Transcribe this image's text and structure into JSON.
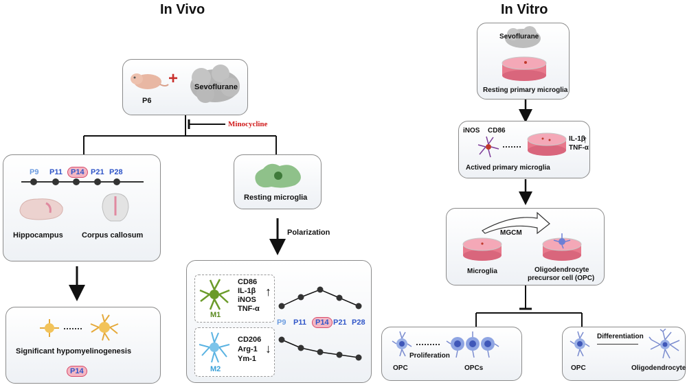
{
  "headings": {
    "in_vivo": "In Vivo",
    "in_vitro": "In Vitro"
  },
  "in_vivo": {
    "top_box": {
      "age": "P6",
      "agent": "Sevoflurane"
    },
    "inhibitor": "Minocycline",
    "timeline_labels": [
      "P9",
      "P11",
      "P14",
      "P21",
      "P28"
    ],
    "regions": {
      "hippocampus": "Hippocampus",
      "corpus_callosum": "Corpus callosum"
    },
    "outcome": {
      "text": "Significant hypomyelinogenesis",
      "badge": "P14"
    },
    "resting": "Resting microglia",
    "polarization": "Polarization",
    "m1": {
      "label": "M1",
      "markers": [
        "CD86",
        "IL-1β",
        "iNOS",
        "TNF-α"
      ]
    },
    "m2": {
      "label": "M2",
      "markers": [
        "CD206",
        "Arg-1",
        "Ym-1"
      ]
    },
    "plot_labels": [
      "P9",
      "P11",
      "P14",
      "P21",
      "P28"
    ]
  },
  "in_vitro": {
    "step1": {
      "agent": "Sevoflurane",
      "label": "Resting primary microglia"
    },
    "step2": {
      "marker1": "iNOS",
      "marker2": "CD86",
      "cyto1": "IL-1β",
      "cyto2": "TNF-α",
      "label": "Actived primary  microglia"
    },
    "step3": {
      "arrow_label": "MGCM",
      "left": "Microglia",
      "right_line1": "Oligodendrocyte",
      "right_line2": "precursor cell (OPC)"
    },
    "branch1": {
      "left": "OPC",
      "arrow": "Proliferation",
      "right": "OPCs"
    },
    "branch2": {
      "left": "OPC",
      "arrow": "Differentiation",
      "right": "Oligodendrocyte"
    }
  },
  "colors": {
    "p14_highlight": "#f4b7c3",
    "timeline_blue": "#2f55c8",
    "m1_green": "#5a8a1f",
    "m2_blue": "#3aa0d8",
    "inhibitor_red": "#d01c1c"
  }
}
